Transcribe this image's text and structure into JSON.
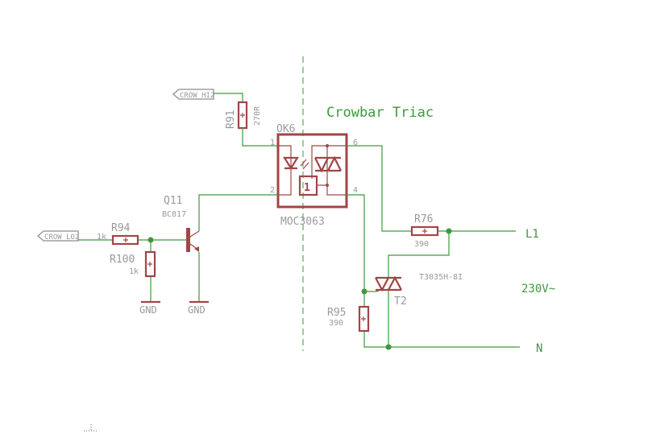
{
  "title": "Crowbar Triac",
  "nets": {
    "crow_hi": "CROW_HI2",
    "crow_lo": "CROW_LO2",
    "l1": "L1",
    "n": "N",
    "voltage": "230V~"
  },
  "parts": {
    "r91": {
      "name": "R91",
      "value": "270R"
    },
    "ok6": {
      "name": "OK6",
      "value": "MOC3063",
      "pins": [
        "1",
        "2",
        "6",
        "4"
      ],
      "inner": "1"
    },
    "q11": {
      "name": "Q11",
      "value": "BC817"
    },
    "r94": {
      "name": "R94",
      "value": "1k"
    },
    "r100": {
      "name": "R100",
      "value": "1k"
    },
    "r76": {
      "name": "R76",
      "value": "390"
    },
    "r95": {
      "name": "R95",
      "value": "390"
    },
    "t2": {
      "name": "T2",
      "value": "T3035H-8I"
    }
  },
  "gnd": [
    "GND",
    "GND"
  ],
  "colors": {
    "wire": "#3c9a3c",
    "part": "#a04646",
    "text": "#9a9a9a"
  }
}
